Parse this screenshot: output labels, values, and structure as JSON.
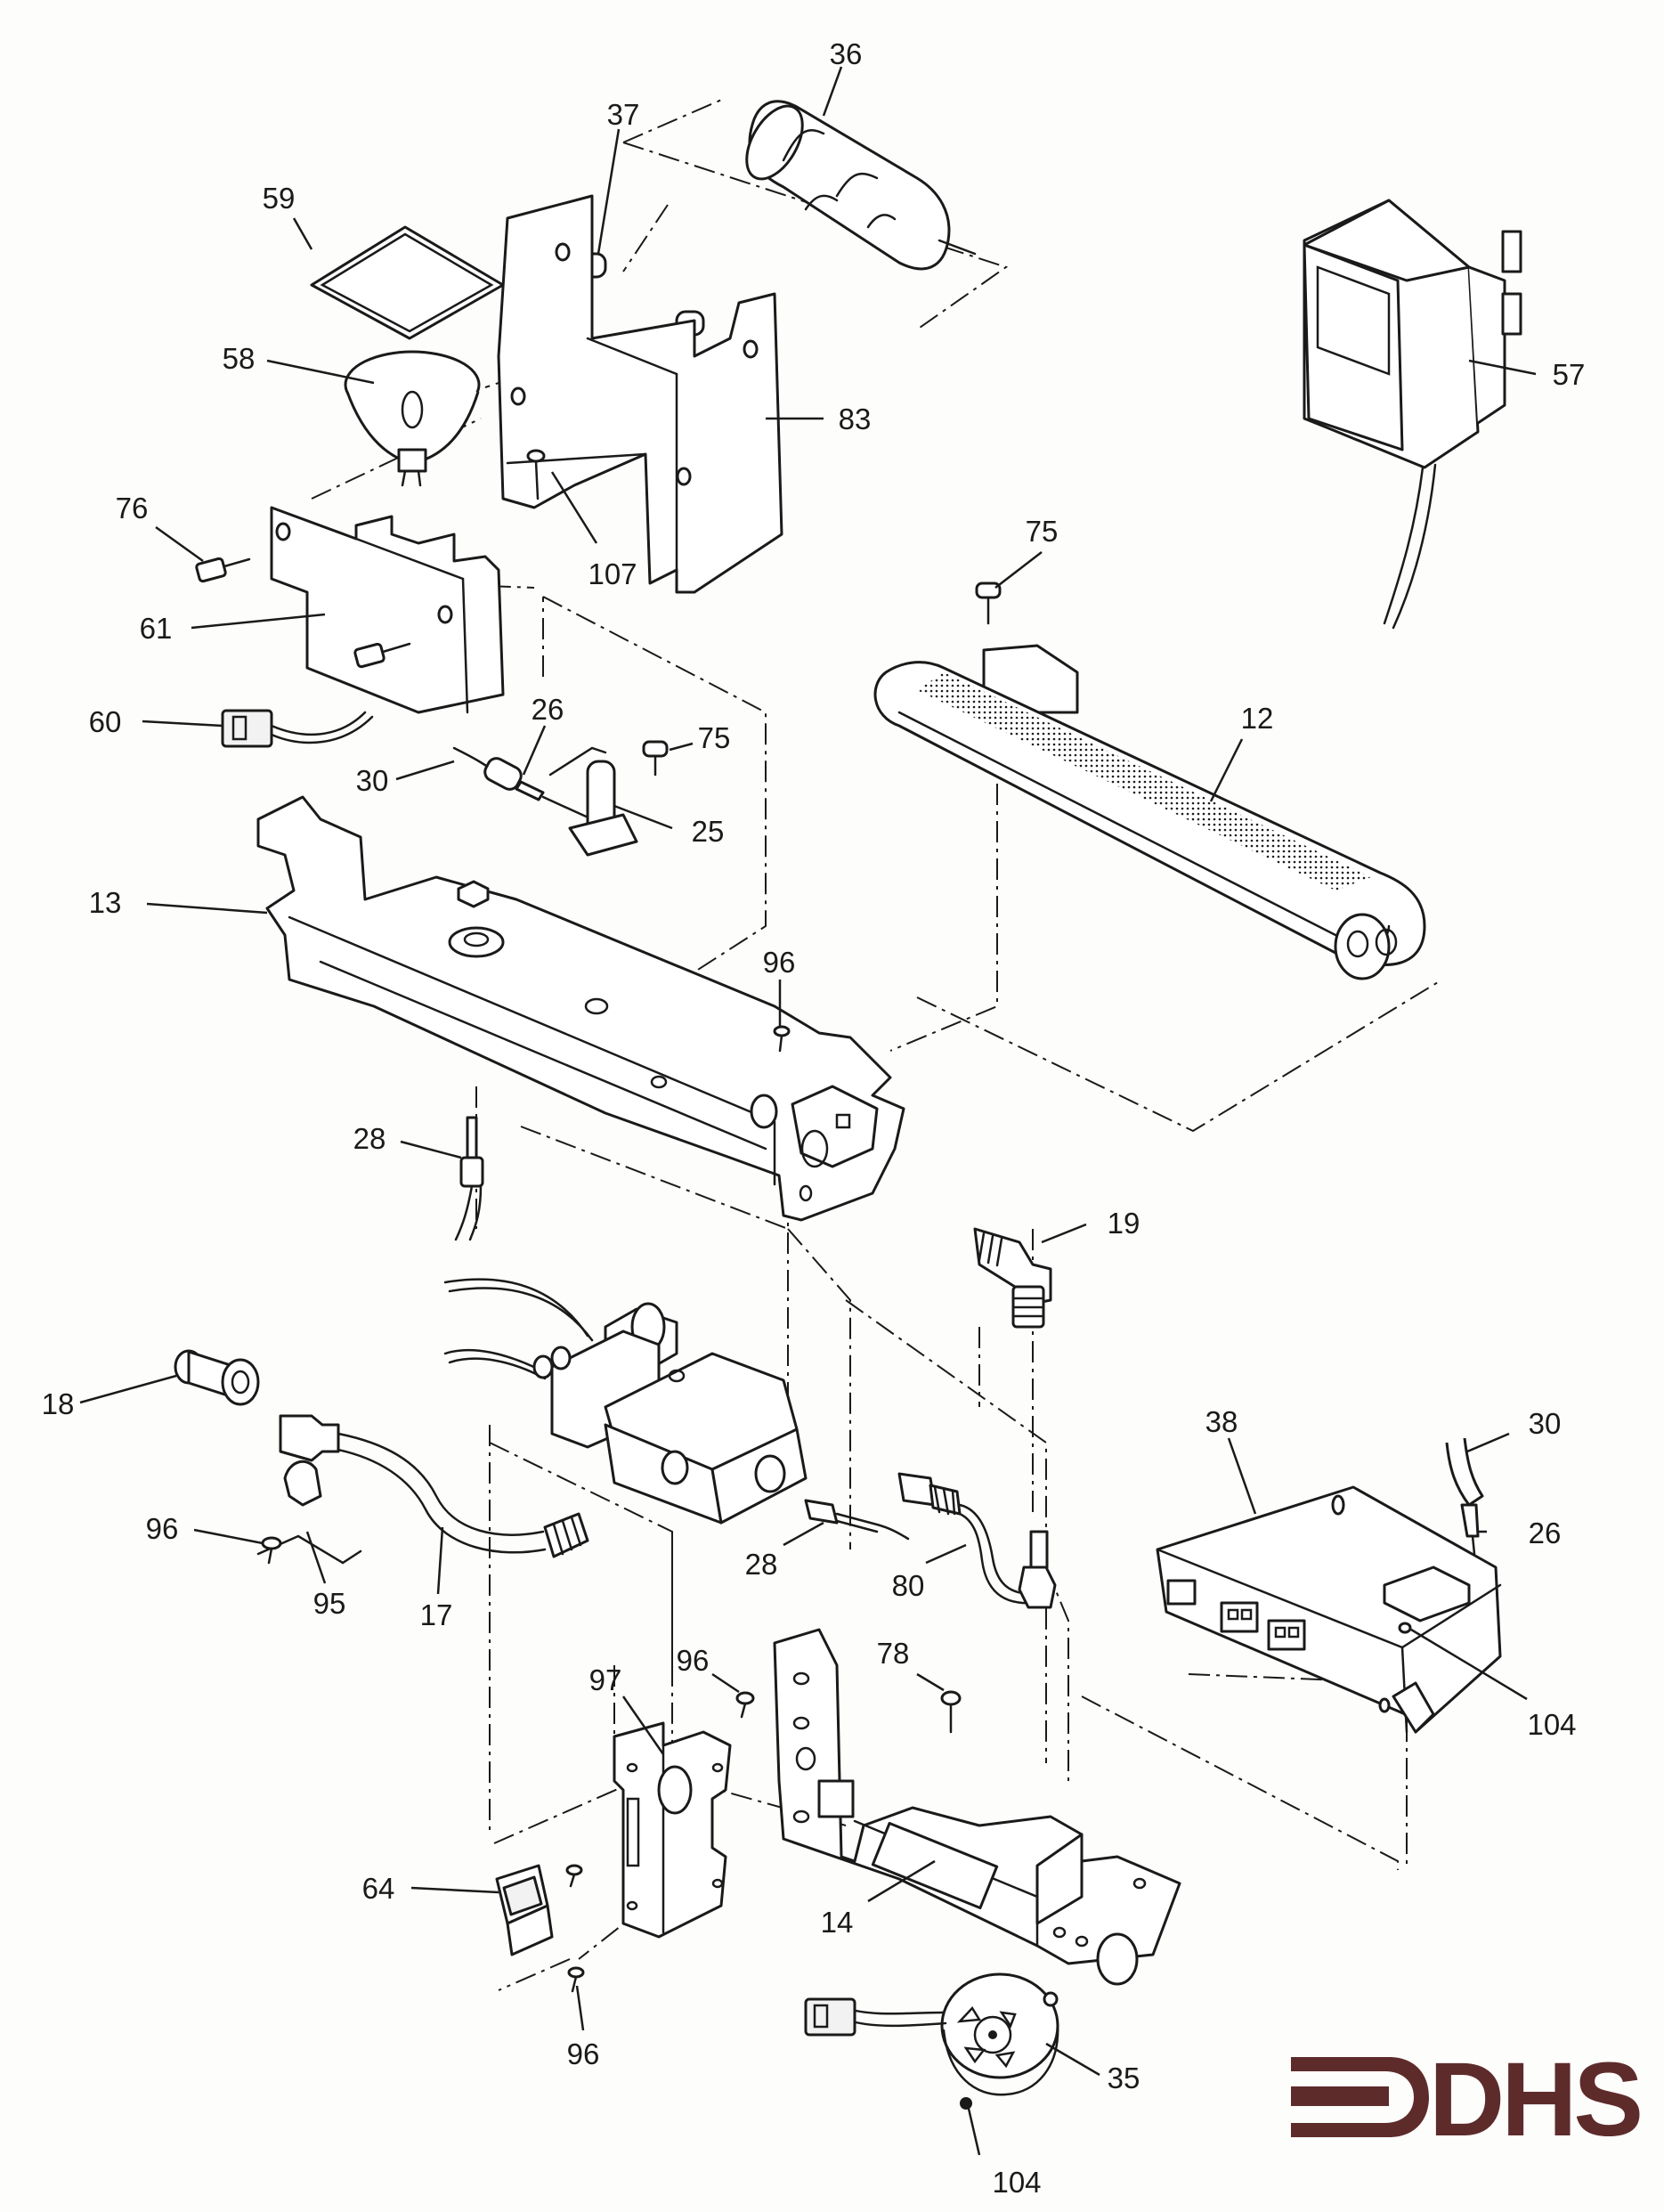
{
  "callouts": {
    "c36": "36",
    "c37": "37",
    "c59": "59",
    "c58": "58",
    "c83": "83",
    "c57": "57",
    "c76": "76",
    "c107": "107",
    "c75a": "75",
    "c61": "61",
    "c60": "60",
    "c26a": "26",
    "c75b": "75",
    "c12": "12",
    "c30a": "30",
    "c25": "25",
    "c13": "13",
    "c96a": "96",
    "c28a": "28",
    "c19": "19",
    "c18": "18",
    "c38": "38",
    "c30b": "30",
    "c96b": "96",
    "c26b": "26",
    "c95": "95",
    "c17": "17",
    "c28b": "28",
    "c80": "80",
    "c96c": "96",
    "c78": "78",
    "c97": "97",
    "c104a": "104",
    "c64": "64",
    "c14": "14",
    "c96d": "96",
    "c35": "35",
    "c104b": "104"
  },
  "logo": {
    "text": "DHS",
    "color": "#5e2b2b"
  }
}
